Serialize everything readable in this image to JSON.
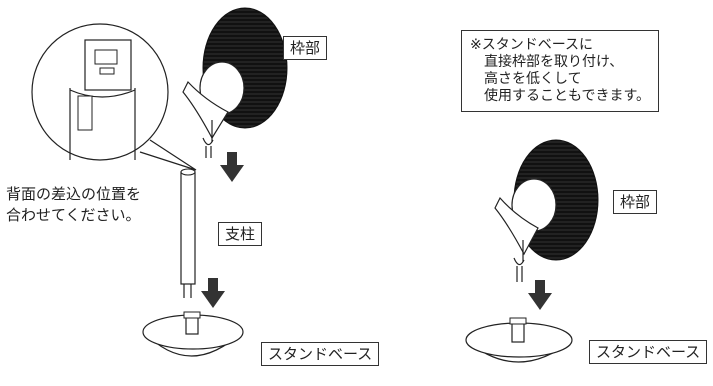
{
  "left": {
    "frame_label": "枠部",
    "pole_label": "支柱",
    "base_label": "スタンドベース",
    "callout_lines": [
      "背面の差込の位置を",
      "合わせてください。"
    ]
  },
  "right": {
    "note_lines": [
      "※スタンドベースに",
      "直接枠部を取り付け、",
      "高さを低くして",
      "使用することもできます。"
    ],
    "frame_label": "枠部",
    "base_label": "スタンドベース"
  },
  "icons": [
    "fan-head",
    "pole",
    "stand-base",
    "down-arrow",
    "zoom-detail"
  ],
  "colors": {
    "line": "#222222",
    "arrow": "#333333",
    "fan_dark": "#111111"
  }
}
